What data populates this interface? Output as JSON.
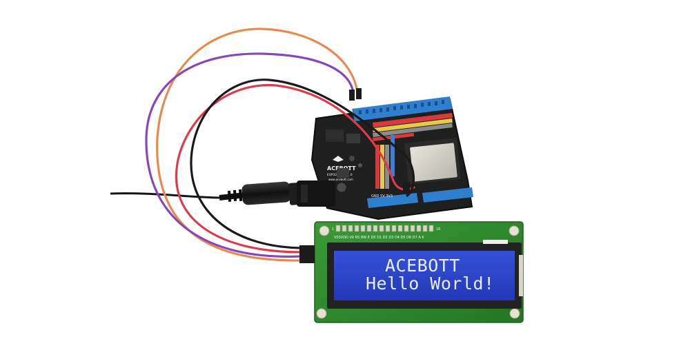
{
  "lcd": {
    "line1": "ACEBOTT",
    "line2": "Hello World!",
    "pin_labels": "VSSVDD V0 RS RW E D0 D1 D2 D3 D4 D5 D6 D7 A K",
    "pin_number_1": "1",
    "pin_number_16": "16"
  },
  "board": {
    "brand": "ACEBOTT",
    "model": "ESP32-Max-V1.0",
    "website": "www.acebott.com",
    "bottom_label": "GND  5V  3V3"
  },
  "colors": {
    "lcd_screen": "#2b44c9",
    "lcd_pcb": "#2f8a2c",
    "board_pcb": "#1c1c1c",
    "header_blue": "#2f7fcf",
    "wire_orange": "#e88a4e",
    "wire_purple": "#8548b6",
    "wire_red": "#dc3c4a",
    "wire_black": "#1a1a1a"
  }
}
